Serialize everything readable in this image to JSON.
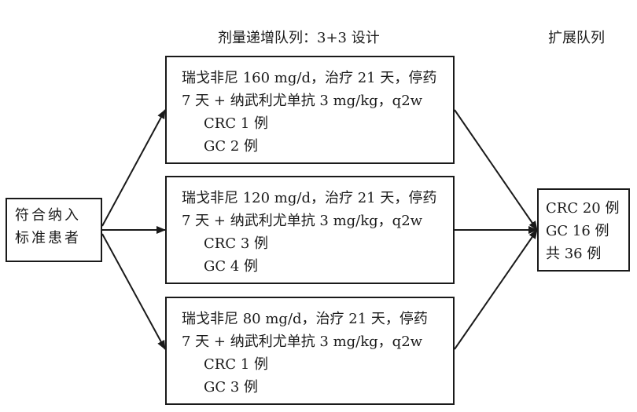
{
  "headers": {
    "dose_escalation": "剂量递增队列：3+3 设计",
    "expansion": "扩展队列"
  },
  "entry": {
    "lines": [
      "符合纳入",
      "标准患者"
    ]
  },
  "cohorts": [
    {
      "line1": "瑞戈非尼 160 mg/d，治疗 21 天，停药",
      "line2": "7 天 + 纳武利尤单抗 3 mg/kg，q2w",
      "crc": "CRC 1 例",
      "gc": "GC 2 例"
    },
    {
      "line1": "瑞戈非尼 120 mg/d，治疗 21 天，停药",
      "line2": "7 天 + 纳武利尤单抗 3 mg/kg，q2w",
      "crc": "CRC 3 例",
      "gc": "GC 4 例"
    },
    {
      "line1": "瑞戈非尼 80 mg/d，治疗 21 天，停药",
      "line2": "7 天 + 纳武利尤单抗 3 mg/kg，q2w",
      "crc": "CRC 1 例",
      "gc": "GC 3 例"
    }
  ],
  "expansion": {
    "crc": "CRC 20 例",
    "gc": "GC 16 例",
    "total": "共 36 例"
  }
}
